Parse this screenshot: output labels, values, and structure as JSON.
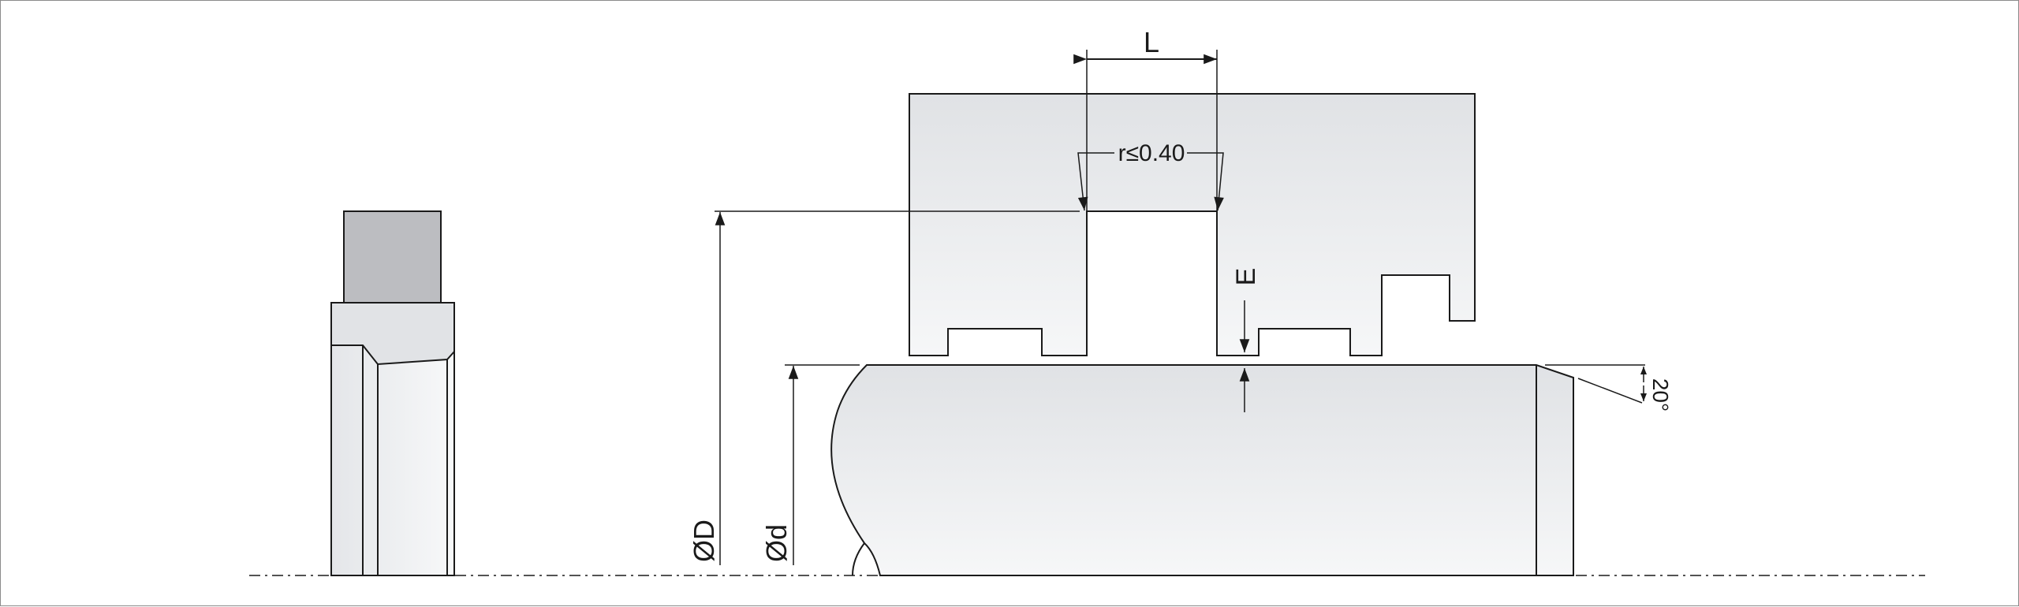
{
  "drawing": {
    "label_length": "L",
    "label_radius": "r≤0.40",
    "label_clearance": "E",
    "label_bore_diameter": "ØD",
    "label_rod_diameter": "Ød",
    "label_chamfer_angle": "20°"
  },
  "colors": {
    "outline": "#1a1a1a",
    "part_fill_light": "#f4f5f6",
    "part_fill_mid": "#e1e3e6",
    "seal_ring_fill": "#bcbdc1"
  }
}
